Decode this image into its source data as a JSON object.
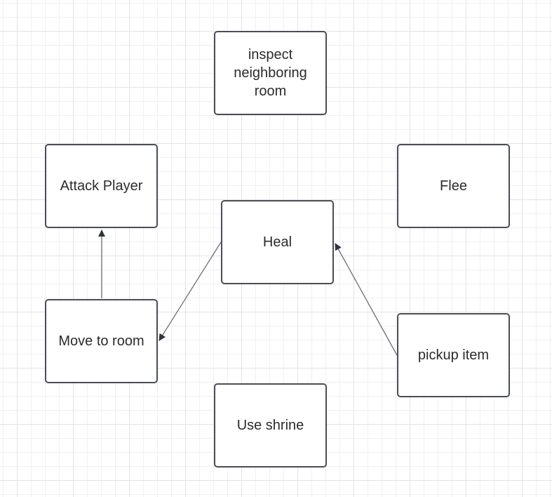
{
  "diagram": {
    "nodes": [
      {
        "id": "inspect",
        "label": "inspect neighboring room"
      },
      {
        "id": "attack",
        "label": "Attack Player"
      },
      {
        "id": "flee",
        "label": "Flee"
      },
      {
        "id": "heal",
        "label": "Heal"
      },
      {
        "id": "move",
        "label": "Move to room"
      },
      {
        "id": "pickup",
        "label": "pickup item"
      },
      {
        "id": "shrine",
        "label": "Use shrine"
      }
    ],
    "edges": [
      {
        "from": "move",
        "to": "attack"
      },
      {
        "from": "heal",
        "to": "move"
      },
      {
        "from": "pickup",
        "to": "heal"
      }
    ],
    "colors": {
      "node_border": "#4a4d55",
      "edge": "#6b6e75",
      "arrowhead": "#2f3540",
      "text": "#2b2b2b"
    }
  }
}
